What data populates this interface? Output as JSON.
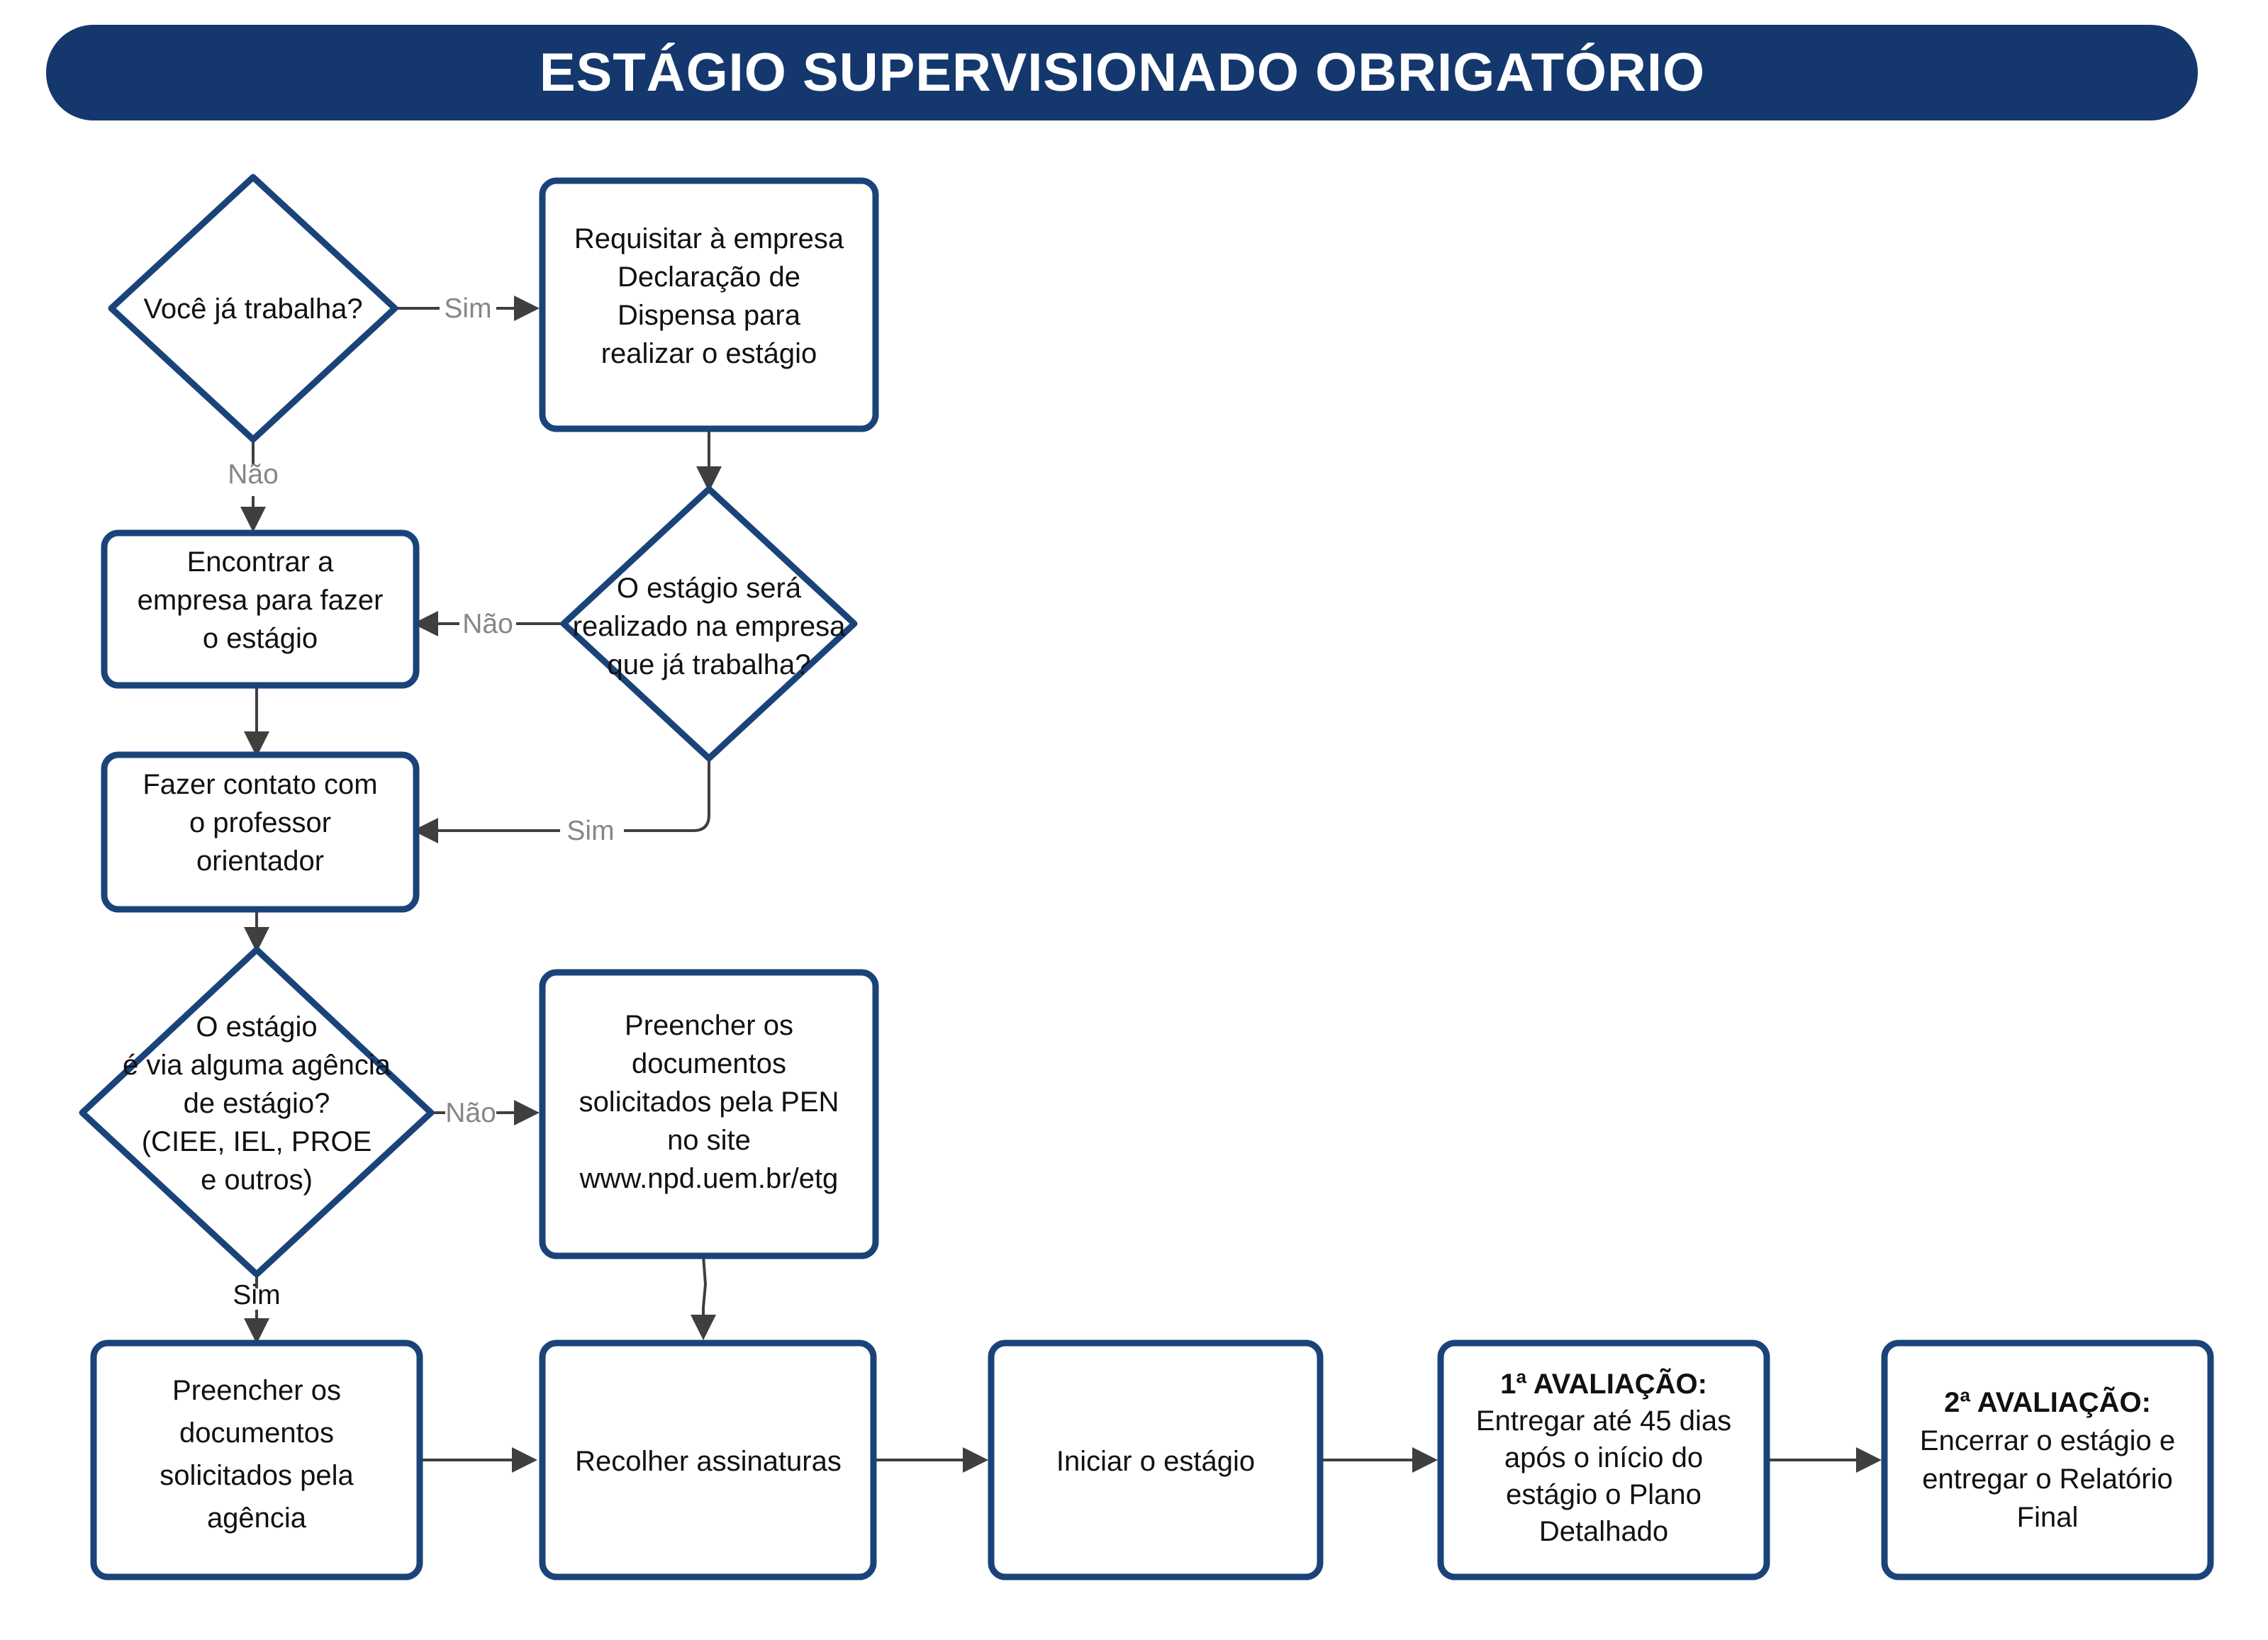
{
  "header": {
    "title": "ESTÁGIO SUPERVISIONADO OBRIGATÓRIO",
    "background_color": "#14386D",
    "text_color": "#FFFFFF"
  },
  "theme": {
    "node_border_color": "#1A4379",
    "node_fill_color": "#FFFFFF",
    "edge_color": "#3F3F3F",
    "edge_label_color": "#868686",
    "text_color": "#111111",
    "page_background": "#FFFFFF"
  },
  "nodes": {
    "d1": {
      "type": "decision",
      "lines": [
        "Você já trabalha?"
      ]
    },
    "p1": {
      "type": "process",
      "lines": [
        "Requisitar à empresa",
        "Declaração de",
        "Dispensa para",
        "realizar o estágio"
      ]
    },
    "d2": {
      "type": "decision",
      "lines": [
        "O estágio será",
        "realizado na empresa",
        "que já trabalha?"
      ]
    },
    "p2": {
      "type": "process",
      "lines": [
        "Encontrar a",
        "empresa para fazer",
        "o estágio"
      ]
    },
    "p3": {
      "type": "process",
      "lines": [
        "Fazer contato com",
        "o professor",
        "orientador"
      ]
    },
    "d3": {
      "type": "decision",
      "lines": [
        "O estágio",
        "é via alguma agência",
        "de estágio?",
        "(CIEE, IEL, PROE",
        "e outros)"
      ]
    },
    "p4": {
      "type": "process",
      "lines": [
        "Preencher  os",
        "documentos",
        "solicitados pela PEN",
        "no site",
        "www.npd.uem.br/etg"
      ]
    },
    "p5": {
      "type": "process",
      "lines": [
        "Preencher os",
        "documentos",
        "solicitados pela",
        "agência"
      ]
    },
    "p6": {
      "type": "process",
      "lines": [
        "Recolher assinaturas"
      ]
    },
    "p7": {
      "type": "process",
      "lines": [
        "Iniciar o estágio"
      ]
    },
    "p8": {
      "type": "process",
      "bold_first_line": true,
      "lines": [
        "1ª AVALIAÇÃO:",
        "Entregar até 45 dias",
        "após o início do",
        "estágio o Plano",
        "Detalhado"
      ]
    },
    "p9": {
      "type": "process",
      "bold_first_line": true,
      "lines": [
        "2ª AVALIAÇÃO:",
        "Encerrar o estágio e",
        "entregar o Relatório",
        "Final"
      ]
    }
  },
  "edges": [
    {
      "id": "e1",
      "from": "d1",
      "to": "p1",
      "label": "Sim",
      "label_style": "grey"
    },
    {
      "id": "e2",
      "from": "d1",
      "to": "p2",
      "label": "Não",
      "label_style": "grey"
    },
    {
      "id": "e3",
      "from": "p1",
      "to": "d2",
      "label": "",
      "label_style": "none"
    },
    {
      "id": "e4",
      "from": "d2",
      "to": "p2",
      "label": "Não",
      "label_style": "grey"
    },
    {
      "id": "e5",
      "from": "d2",
      "to": "p3",
      "label": "Sim",
      "label_style": "grey"
    },
    {
      "id": "e6",
      "from": "p2",
      "to": "p3",
      "label": "",
      "label_style": "none"
    },
    {
      "id": "e7",
      "from": "p3",
      "to": "d3",
      "label": "",
      "label_style": "none"
    },
    {
      "id": "e8",
      "from": "d3",
      "to": "p4",
      "label": "Não",
      "label_style": "grey"
    },
    {
      "id": "e9",
      "from": "d3",
      "to": "p5",
      "label": "Sim",
      "label_style": "dark"
    },
    {
      "id": "e10",
      "from": "p4",
      "to": "p6",
      "label": "",
      "label_style": "none"
    },
    {
      "id": "e11",
      "from": "p5",
      "to": "p6",
      "label": "",
      "label_style": "none"
    },
    {
      "id": "e12",
      "from": "p6",
      "to": "p7",
      "label": "",
      "label_style": "none"
    },
    {
      "id": "e13",
      "from": "p7",
      "to": "p8",
      "label": "",
      "label_style": "none"
    },
    {
      "id": "e14",
      "from": "p8",
      "to": "p9",
      "label": "",
      "label_style": "none"
    }
  ],
  "chart_data": {
    "type": "diagram",
    "title": "ESTÁGIO SUPERVISIONADO OBRIGATÓRIO",
    "diagram_kind": "flowchart",
    "node_count": 12,
    "edge_count": 14
  }
}
